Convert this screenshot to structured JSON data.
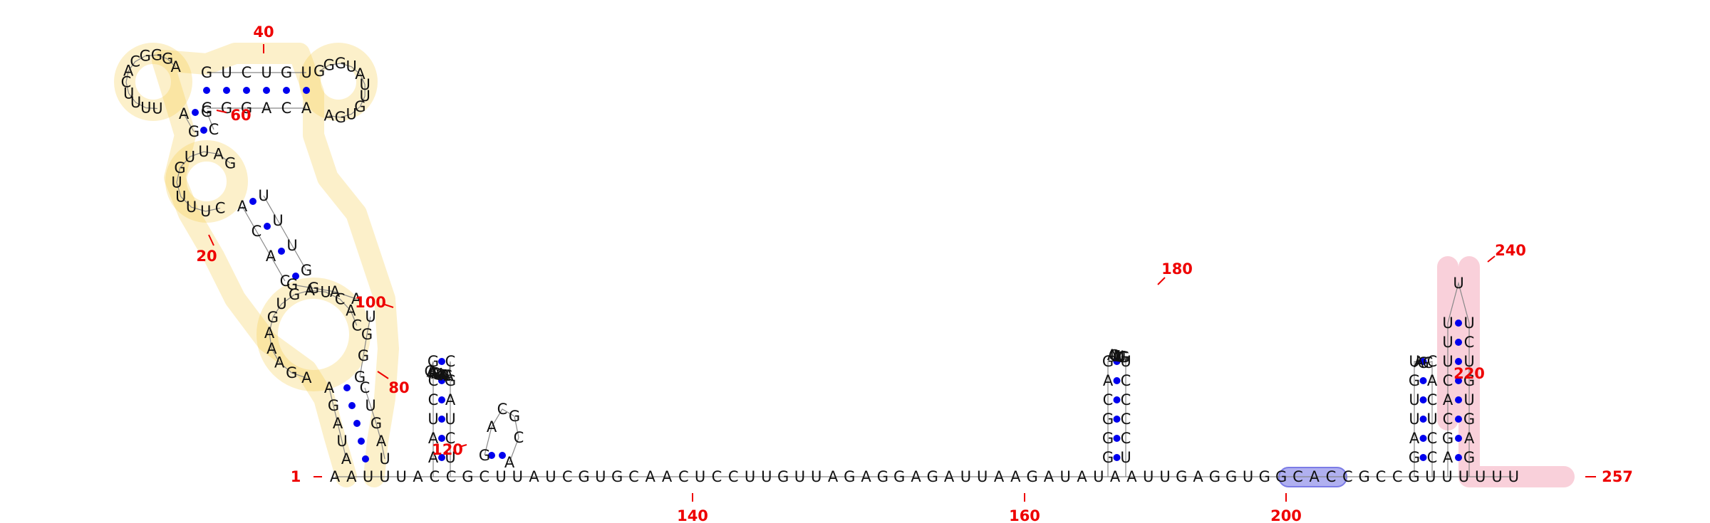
{
  "sequence": "AAUUUACCGCUUAUCGUGCAACUCCUUGUUAGAGGAGAUUAAGAUAUAAUUGAGGUGGCACCGCCGUUUUUU",
  "colors": {
    "base": "#111111",
    "pair": "#0000ee",
    "label": "#ee0000",
    "backbone": "#888888",
    "highlight_yellow": "#f5c842",
    "highlight_pink": "#e8557a",
    "highlight_blue": "#7b7be6"
  },
  "position_labels": [
    "1",
    "20",
    "40",
    "60",
    "80",
    "100",
    "120",
    "140",
    "160",
    "180",
    "200",
    "220",
    "240",
    "257"
  ],
  "hairpins": {
    "h1": {
      "stem5": "AAUCCG",
      "loop": "GAAGAUAAAAACA",
      "stem3": "CGAUCU"
    },
    "h2": {
      "stem5": "GGGCAG",
      "loop": "ACUAUUGG",
      "stem3": "UCCCCU"
    },
    "h3": {
      "stem5": "GAUUGU",
      "loop": "AGC",
      "stem3": "CACUCC"
    },
    "h4": {
      "stem5": "AGCACUUU",
      "loop": "U",
      "stem3": "UCUGUGAG"
    }
  },
  "regions": [
    {
      "name": "yellow",
      "color": "#f5c842"
    },
    {
      "name": "pink",
      "color": "#e8557a"
    },
    {
      "name": "blue",
      "color": "#7b7be6"
    }
  ]
}
